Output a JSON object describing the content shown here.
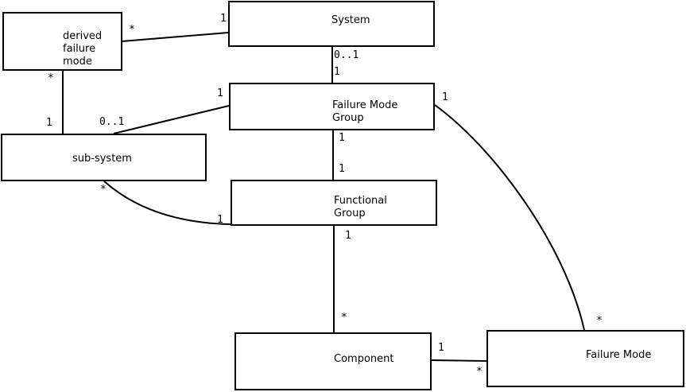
{
  "diagram": {
    "type": "uml-entity-relationship",
    "colors": {
      "background": "#ffffff",
      "line": "#000000",
      "text": "#000000"
    },
    "entities": {
      "derived_failure_mode": {
        "lines": [
          "derived",
          "failure",
          "mode"
        ]
      },
      "system": {
        "label": "System"
      },
      "failure_mode_group": {
        "lines": [
          "Failure Mode",
          "Group"
        ]
      },
      "sub_system": {
        "label": "sub-system"
      },
      "functional_group": {
        "lines": [
          "Functional",
          "Group"
        ]
      },
      "component": {
        "label": "Component"
      },
      "failure_mode": {
        "label": "Failure Mode"
      }
    },
    "associations": [
      {
        "source": "derived failure mode",
        "target": "System",
        "source_card": "*",
        "target_card": "1"
      },
      {
        "source": "derived failure mode",
        "target": "sub-system",
        "source_card": "*",
        "target_card": "1"
      },
      {
        "source": "sub-system",
        "target": "Failure Mode Group",
        "source_card": "0..1",
        "target_card": "1"
      },
      {
        "source": "System",
        "target": "Failure Mode Group",
        "source_card": "0..1",
        "target_card": "1"
      },
      {
        "source": "Failure Mode Group",
        "target": "Functional Group",
        "source_card": "1",
        "target_card": "1"
      },
      {
        "source": "sub-system",
        "target": "Functional Group",
        "source_card": "*",
        "target_card": "1"
      },
      {
        "source": "Functional Group",
        "target": "Component",
        "source_card": "1",
        "target_card": "*"
      },
      {
        "source": "Component",
        "target": "Failure Mode",
        "source_card": "1",
        "target_card": "*"
      },
      {
        "source": "Failure Mode Group",
        "target": "Failure Mode",
        "source_card": "1",
        "target_card": "*"
      }
    ]
  }
}
